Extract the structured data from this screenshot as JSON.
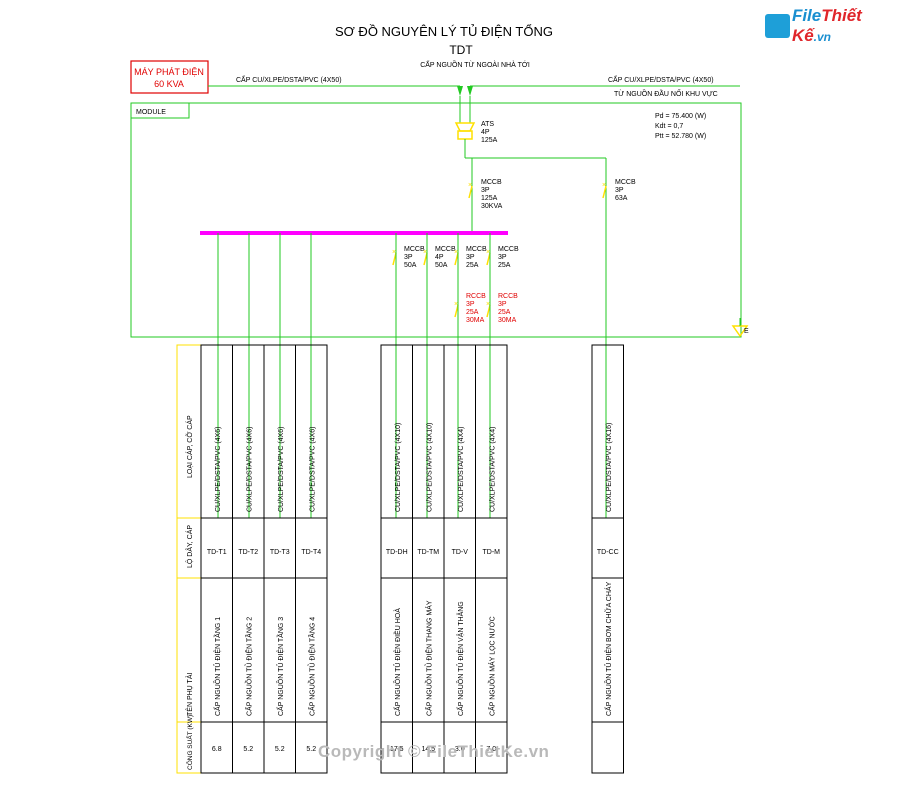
{
  "title": "SƠ ĐỒ NGUYÊN LÝ TỦ ĐIỆN TỔNG",
  "subtitle": "TDT",
  "incoming_label": "CẤP NGUỒN TỪ NGOÀI NHÀ TỚI",
  "generator": {
    "line1": "MÁY PHÁT ĐIỆN",
    "line2": "60 KVA"
  },
  "cable_left": "CẤP CU/XLPE/DSTA/PVC (4X50)",
  "cable_right": "CẤP CU/XLPE/DSTA/PVC (4X50)",
  "source_right": "TỪ NGUỒN ĐẦU NỐI KHU VỰC",
  "module_label": "MODULE",
  "params": [
    "Pd = 75.400 (W)",
    "Kdt = 0,7",
    "Ptt = 52.780 (W)"
  ],
  "ats": [
    "ATS",
    "4P",
    "125A"
  ],
  "main_mccb": [
    "MCCB",
    "3P",
    "125A",
    "30KVA"
  ],
  "right_mccb": [
    "MCCB",
    "3P",
    "63A"
  ],
  "earth_label": "E",
  "branch_breakers": [
    {
      "mccb": [
        "MCCB",
        "3P",
        "50A"
      ],
      "rccb": []
    },
    {
      "mccb": [
        "MCCB",
        "4P",
        "50A"
      ],
      "rccb": []
    },
    {
      "mccb": [
        "MCCB",
        "3P",
        "25A"
      ],
      "rccb": [
        "RCCB",
        "3P",
        "25A",
        "30MA"
      ]
    },
    {
      "mccb": [
        "MCCB",
        "3P",
        "25A"
      ],
      "rccb": [
        "RCCB",
        "3P",
        "25A",
        "30MA"
      ]
    }
  ],
  "table_headers": {
    "cable": "LOẠI CÁP, CỠ CÁP",
    "route": "LỘ DÂY, CÁP",
    "load": "TÊN PHỤ TẢI",
    "power": "CÔNG SUẤT (KW)"
  },
  "circuits": [
    {
      "cable": "CU/XLPE/DSTA/PVC (4X6)",
      "route": "TD-T1",
      "load": "CẤP NGUỒN TỦ ĐIỆN TẦNG 1",
      "power": "6.8"
    },
    {
      "cable": "CU/XLPE/DSTA/PVC (4X6)",
      "route": "TD-T2",
      "load": "CẤP NGUỒN TỦ ĐIỆN TẦNG 2",
      "power": "5.2"
    },
    {
      "cable": "CU/XLPE/DSTA/PVC (4X6)",
      "route": "TD-T3",
      "load": "CẤP NGUỒN TỦ ĐIỆN TẦNG 3",
      "power": "5.2"
    },
    {
      "cable": "CU/XLPE/DSTA/PVC (4X6)",
      "route": "TD-T4",
      "load": "CẤP NGUỒN TỦ ĐIỆN TẦNG 4",
      "power": "5.2"
    },
    {
      "cable": "CU/XLPE/DSTA/PVC (4X10)",
      "route": "TD-DH",
      "load": "CẤP NGUỒN TỦ ĐIỆN ĐIỀU HOÀ",
      "power": "17.5"
    },
    {
      "cable": "CU/XLPE/DSTA/PVC (4X10)",
      "route": "TD-TM",
      "load": "CẤP NGUỒN TỦ ĐIỆN THANG MÁY",
      "power": "14.5"
    },
    {
      "cable": "CU/XLPE/DSTA/PVC (4X4)",
      "route": "TD-V",
      "load": "CẤP NGUỒN TỦ ĐIỆN VẬN THĂNG",
      "power": "3.0"
    },
    {
      "cable": "CU/XLPE/DSTA/PVC (4X4)",
      "route": "TD-M",
      "load": "CẤP NGUỒN MÁY LỌC NƯỚC",
      "power": "7.0"
    },
    {
      "cable": "CU/XLPE/DSTA/PVC (4X16)",
      "route": "TD-CC",
      "load": "CẤP NGUỒN TỦ ĐIỆN BƠM CHỮA CHÁY",
      "power": ""
    }
  ],
  "watermark": "Copyright © FileThietKe.vn",
  "logo": {
    "a": "File",
    "b": "Thiết Kế",
    "c": ".vn"
  },
  "colors": {
    "wire": "#22c922",
    "busbar": "#ff00ff",
    "breaker": "#ffe000",
    "rccb_text": "#e00000",
    "generator": "#e00000"
  }
}
